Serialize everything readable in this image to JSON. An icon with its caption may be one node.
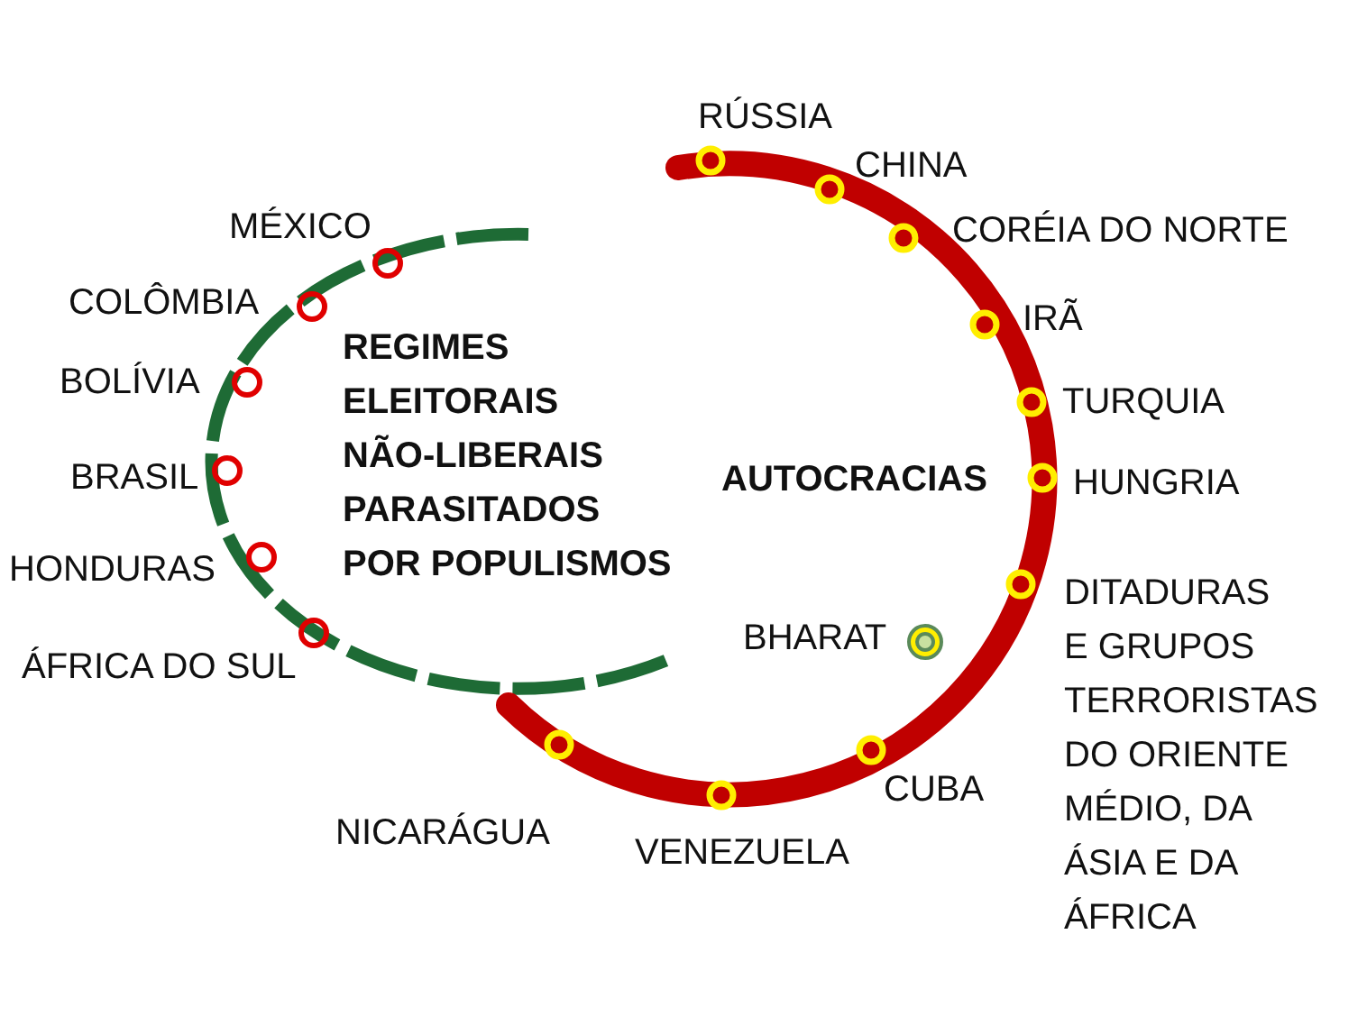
{
  "diagram": {
    "labels": [
      "RÚSSIA",
      "CHINA",
      "MÉXICO",
      "CORÉIA DO NORTE",
      "COLÔMBIA",
      "IRÃ",
      "REGIMES ELEITORAIS NÃO-LIBERAIS PARASITADOS POR POPULISMOS",
      "BOLÍVIA",
      "TURQUIA",
      "BRASIL",
      "AUTOCRACIAS",
      "HUNGRIA",
      "HONDURAS",
      "DITADURAS E GRUPOS TERRORISTAS DO ORIENTE MÉDIO, DA ÁSIA E DA ÁFRICA",
      "BHARAT",
      "ÁFRICA DO SUL",
      "CUBA",
      "NICARÁGUA",
      "VENEZUELA"
    ]
  }
}
